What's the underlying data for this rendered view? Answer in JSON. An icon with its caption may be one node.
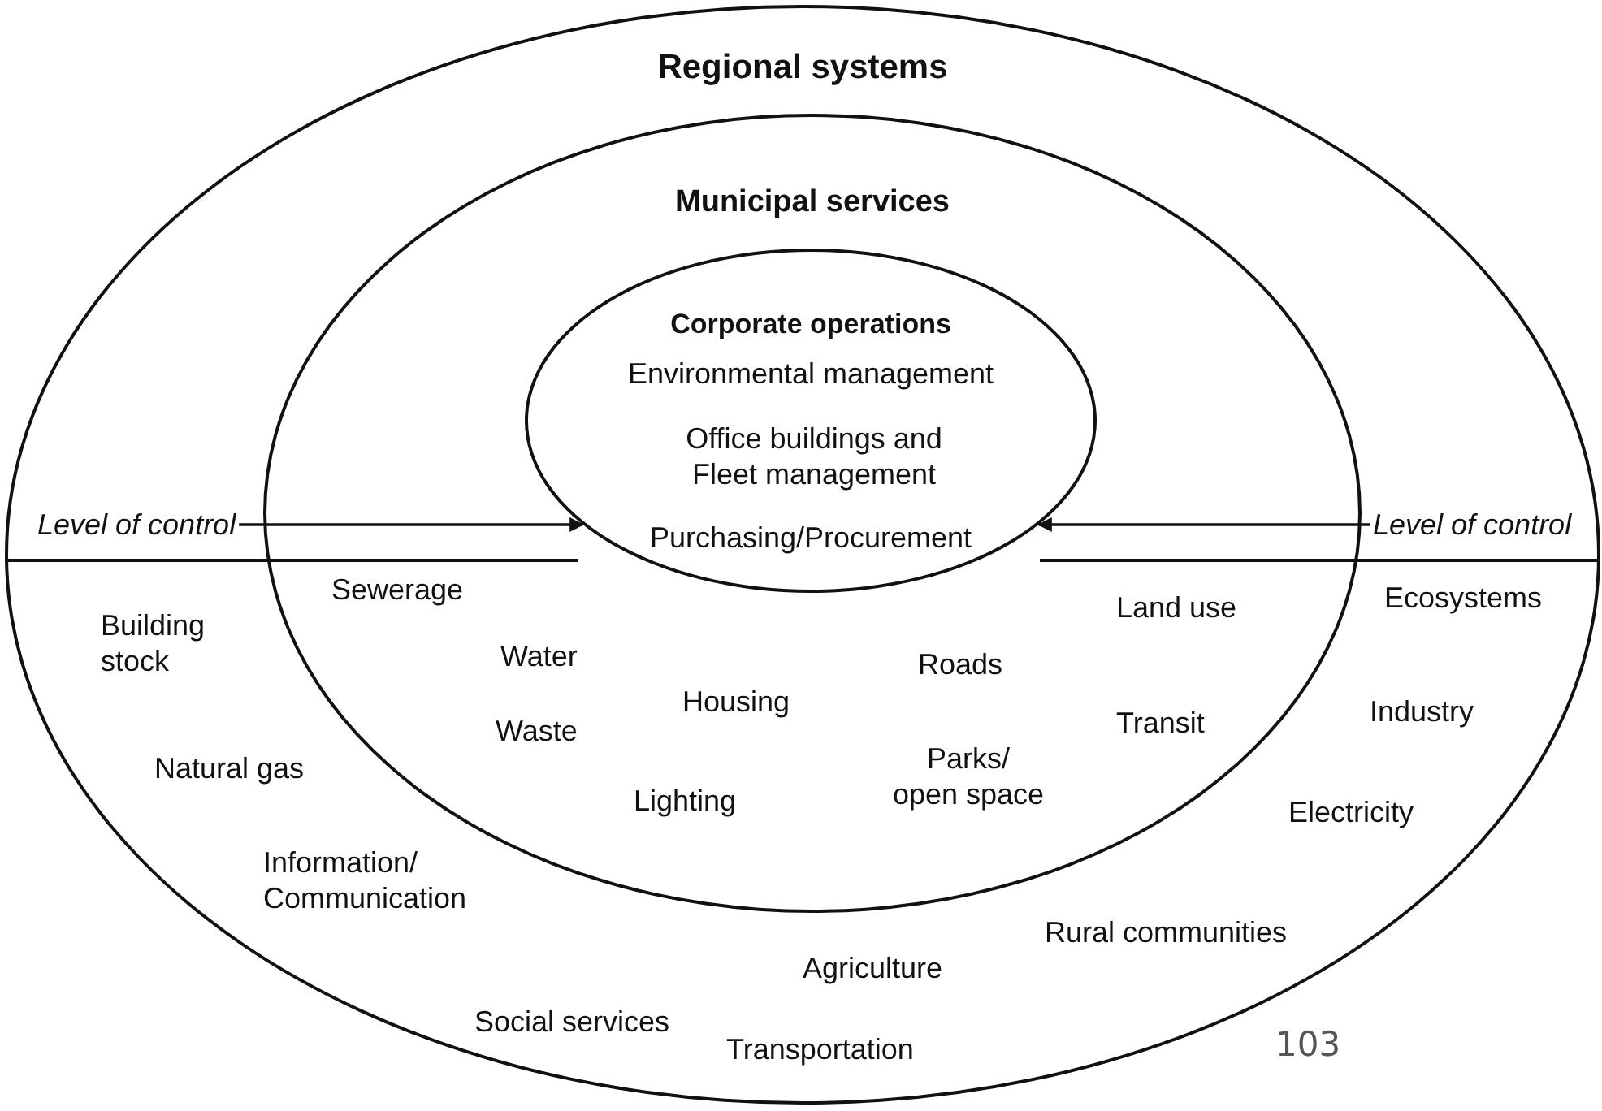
{
  "diagram": {
    "nodes": [
      {
        "text": [
          "Regional systems"
        ]
      },
      {
        "text": [
          "Municipal services"
        ],
        "in": 0
      },
      {
        "text": [
          "Corporate operations",
          "Environmental management",
          "Office buildings and Fleet management",
          "Purchasing/Procurement"
        ],
        "in": 1
      },
      {
        "text": [
          "Level of control"
        ],
        "in": 0
      },
      {
        "text": [
          "Level of control"
        ],
        "in": 0
      }
    ],
    "edges": [
      {
        "from": 3,
        "to": 2,
        "arrow": "to"
      },
      {
        "from": 4,
        "to": 2,
        "arrow": "to"
      }
    ],
    "labels": [
      "Sewerage",
      "Building stock",
      "Ecosystems",
      "Land use",
      "Water",
      "Roads",
      "Industry",
      "Housing",
      "Waste",
      "Transit",
      "Natural gas",
      "Parks/ open space",
      "Lighting",
      "Electricity",
      "Information/ Communication",
      "Rural communities",
      "Agriculture",
      "Social services",
      "Transportation",
      "103"
    ]
  }
}
